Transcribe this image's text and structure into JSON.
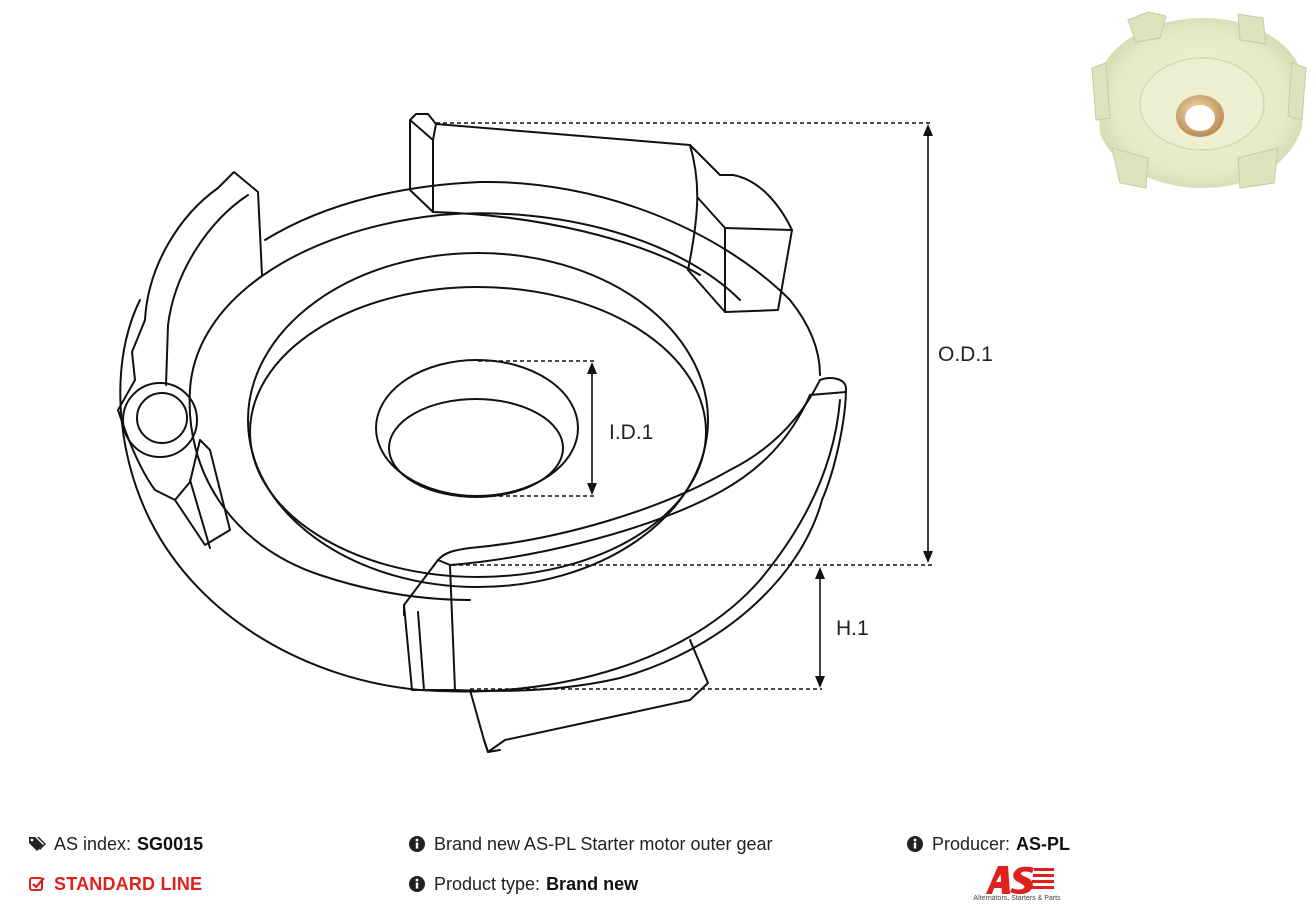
{
  "diagram": {
    "labels": {
      "outer_diameter": "O.D.1",
      "inner_diameter": "I.D.1",
      "height": "H.1"
    }
  },
  "info": {
    "index_label": "AS index:",
    "index_value": "SG0015",
    "line_label": "STANDARD LINE",
    "description": "Brand new AS-PL Starter motor outer gear",
    "product_type_label": "Product type:",
    "product_type_value": "Brand new",
    "producer_label": "Producer:",
    "producer_value": "AS-PL"
  },
  "logo": {
    "mark": "AS",
    "tagline": "Alternators, Starters & Parts"
  },
  "colors": {
    "accent_red": "#e0201c",
    "text": "#222222",
    "line_art": "#111111"
  },
  "icons": {
    "index": "tags-icon",
    "line": "check-square-icon",
    "info": "info-circle-icon"
  }
}
